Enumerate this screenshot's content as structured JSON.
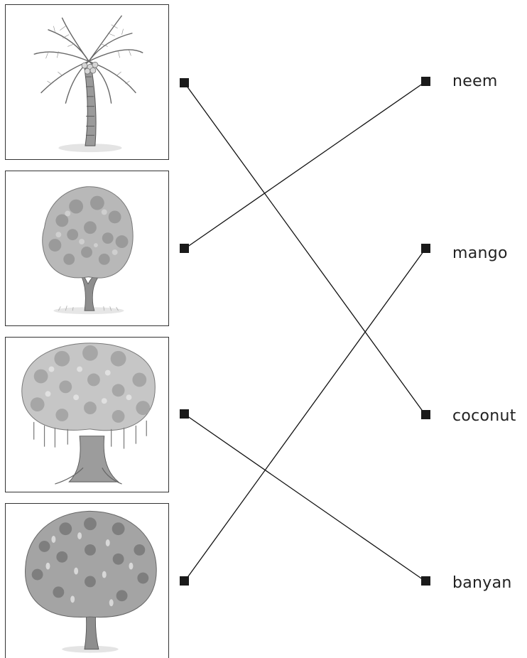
{
  "pictures": [
    {
      "icon": "coconut-tree-icon"
    },
    {
      "icon": "neem-tree-icon"
    },
    {
      "icon": "banyan-tree-icon"
    },
    {
      "icon": "mango-tree-icon"
    }
  ],
  "words": [
    "neem",
    "mango",
    "coconut",
    "banyan"
  ],
  "matches": [
    {
      "from_picture": 1,
      "to_word": 3
    },
    {
      "from_picture": 2,
      "to_word": 1
    },
    {
      "from_picture": 3,
      "to_word": 4
    },
    {
      "from_picture": 4,
      "to_word": 2
    }
  ],
  "colors": {
    "line": "#111111",
    "dot": "#1a1a1a",
    "frame": "#333333"
  }
}
